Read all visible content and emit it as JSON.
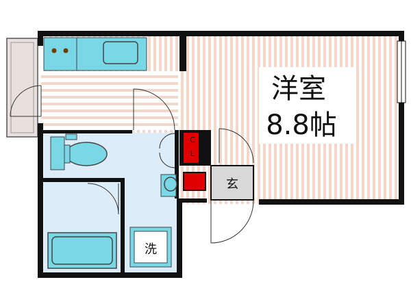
{
  "floorplan": {
    "main_room": {
      "name": "洋室",
      "size": "8.8帖"
    },
    "closet_label": "CL",
    "closet_label_top": "C",
    "closet_label_bottom": "L",
    "entrance_label": "玄",
    "washer_label": "洗"
  },
  "colors": {
    "wall": "#111111",
    "floor_stripe": "#f0d8cc",
    "floor_base": "#ffffff",
    "fixture_cyan": "#79d7e6",
    "bath_area": "#dcecf8",
    "closet_red": "#e00000",
    "entrance_gray": "#d8d8d8",
    "balcony_gray": "#e8e0dc"
  }
}
